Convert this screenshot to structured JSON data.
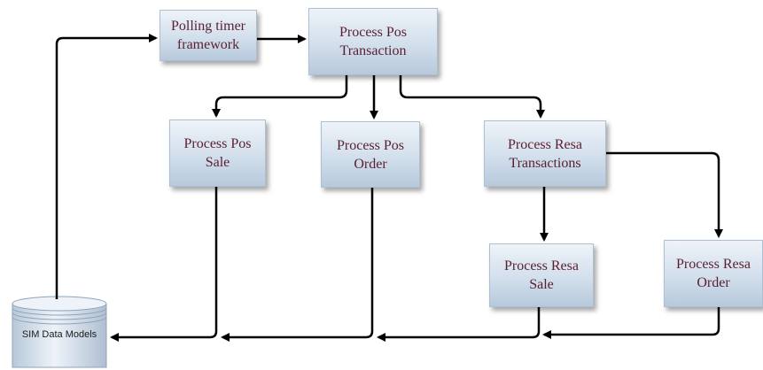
{
  "nodes": {
    "polling_timer": "Polling timer\nframework",
    "process_pos_transaction": "Process Pos\nTransaction",
    "process_pos_sale": "Process Pos\nSale",
    "process_pos_order": "Process Pos\nOrder",
    "process_resa_transactions": "Process Resa\nTransactions",
    "process_resa_sale": "Process Resa\nSale",
    "process_resa_order": "Process Resa\nOrder",
    "sim_data_models": "SIM Data Models"
  },
  "colors": {
    "node_text": "#5a1f2f",
    "node_fill_top": "#eef3f9",
    "node_fill_bottom": "#b7c9dc",
    "arrow": "#000000"
  }
}
